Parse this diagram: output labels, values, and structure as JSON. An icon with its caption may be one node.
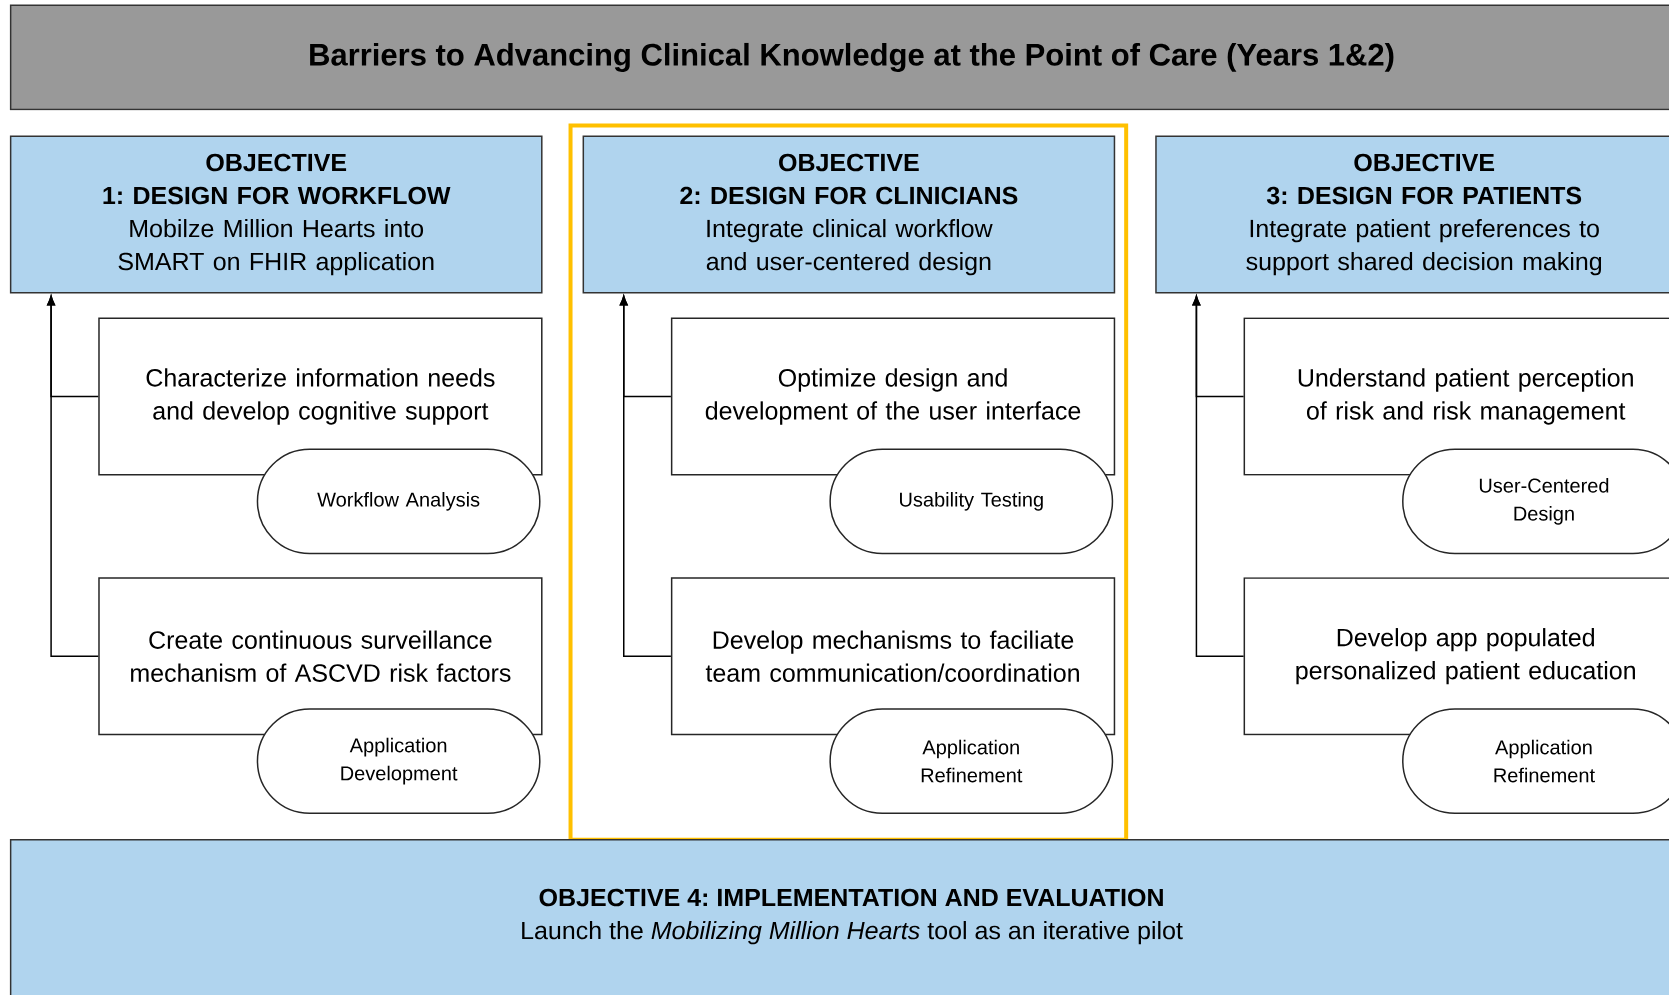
{
  "diagram": {
    "nodes": [
      {
        "text": [
          "Barriers to Advancing Clinical Knowledge at the Point of Care (Years 1&2)"
        ]
      },
      {
        "text": [
          "OBJECTIVE 1: DESIGN FOR WORKFLOW",
          "Mobilze Million Hearts into SMART on FHIR application"
        ]
      },
      {
        "text": [],
        "shape": "box"
      },
      {
        "text": [
          "OBJECTIVE 2: DESIGN FOR CLINICIANS",
          "Integrate clinical workflow and user-centered design"
        ],
        "in": 2
      },
      {
        "text": [
          "OBJECTIVE 3: DESIGN FOR PATIENTS",
          "Integrate patient preferences to support shared decision making"
        ]
      },
      {
        "text": [
          "Characterize information needs and develop cognitive support"
        ]
      },
      {
        "text": [
          "Workflow Analysis"
        ]
      },
      {
        "text": [
          "Create continuous surveillance mechanism of ASCVD risk factors"
        ]
      },
      {
        "text": [
          "Application Development"
        ]
      },
      {
        "text": [
          "Optimize design and development of the user interface"
        ],
        "in": 2
      },
      {
        "text": [
          "Usability Testing"
        ],
        "in": 2
      },
      {
        "text": [
          "Develop mechanisms to faciliate team communication/coordination"
        ],
        "in": 2
      },
      {
        "text": [
          "Application Refinement"
        ],
        "in": 2
      },
      {
        "text": [
          "Understand patient perception of risk and risk management"
        ]
      },
      {
        "text": [
          "User-Centered Design"
        ]
      },
      {
        "text": [
          "Develop app populated personalized patient education"
        ]
      },
      {
        "text": [
          "Application Refinement"
        ]
      },
      {
        "text": [
          "OBJECTIVE 4: IMPLEMENTATION AND EVALUATION",
          "Launch the *Mobilizing Million Hearts* tool as an iterative pilot"
        ]
      }
    ],
    "edges": [
      {
        "from": 5,
        "to": 1,
        "arrow": "to"
      },
      {
        "from": 7,
        "to": 1,
        "arrow": "to"
      },
      {
        "from": 9,
        "to": 3,
        "arrow": "to"
      },
      {
        "from": 11,
        "to": 3,
        "arrow": "to"
      },
      {
        "from": 13,
        "to": 4,
        "arrow": "to"
      },
      {
        "from": 15,
        "to": 4,
        "arrow": "to"
      }
    ]
  }
}
